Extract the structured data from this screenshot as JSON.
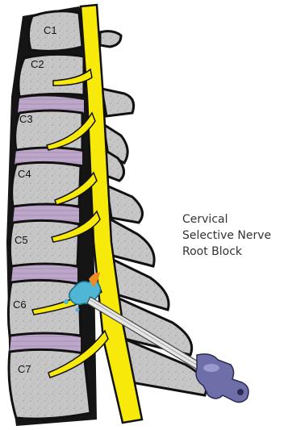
{
  "vertebrae": [
    {
      "label": "C1"
    },
    {
      "label": "C2"
    },
    {
      "label": "C3"
    },
    {
      "label": "C4"
    },
    {
      "label": "C5"
    },
    {
      "label": "C6"
    },
    {
      "label": "C7"
    }
  ],
  "caption": {
    "line1": "Cervical",
    "line2": "Selective Nerve",
    "line3": "Root Block"
  },
  "colors": {
    "bone": "#c8c8c8",
    "disc": "#b9a2c6",
    "nerve": "#f7ea0a",
    "outline": "#111111",
    "injection": "#4fb6d6",
    "needle_hub": "#6e6ea8"
  }
}
